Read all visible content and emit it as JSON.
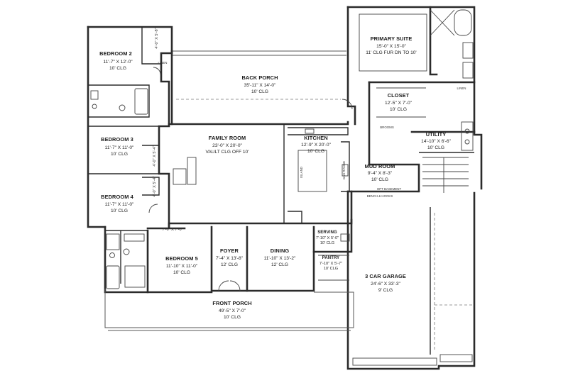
{
  "rooms": {
    "bedroom2": {
      "name": "BEDROOM 2",
      "size": "11'-7\" X 12'-0\"",
      "clg": "10' CLG"
    },
    "bedroom3": {
      "name": "BEDROOM 3",
      "size": "11'-7\" X 11'-0\"",
      "clg": "10' CLG"
    },
    "bedroom4": {
      "name": "BEDROOM 4",
      "size": "11'-7\" X 11'-0\"",
      "clg": "10' CLG"
    },
    "bedroom5": {
      "name": "BEDROOM 5",
      "size": "11'-10\" X 11'-0\"",
      "clg": "10' CLG"
    },
    "back_porch": {
      "name": "BACK PORCH",
      "size": "35'-11\" X 14'-0\"",
      "clg": "10' CLG"
    },
    "family_room": {
      "name": "FAMILY ROOM",
      "size": "23'-0\" X 20'-0\"",
      "clg": "VAULT CLG OFF 10'"
    },
    "kitchen": {
      "name": "KITCHEN",
      "size": "12'-9\" X 20'-0\"",
      "clg": "10' CLG"
    },
    "primary_suite": {
      "name": "PRIMARY SUITE",
      "size": "15'-0\" X 15'-0\"",
      "clg": "11' CLG FUR DN TO 10'"
    },
    "closet": {
      "name": "CLOSET",
      "size": "12'-5\" X 7'-0\"",
      "clg": "10' CLG"
    },
    "utility": {
      "name": "UTILITY",
      "size": "14'-10\" X 6'-6\"",
      "clg": "10' CLG"
    },
    "mud_room": {
      "name": "MUD ROOM",
      "size": "9'-4\" X 8'-3\"",
      "clg": "10' CLG"
    },
    "foyer": {
      "name": "FOYER",
      "size": "7'-4\" X 13'-8\"",
      "clg": "12' CLG"
    },
    "dining": {
      "name": "DINING",
      "size": "11'-10\" X 13'-2\"",
      "clg": "12' CLG"
    },
    "serving": {
      "name": "SERVING",
      "size": "7'-10\" X 5'-0\"",
      "clg": "10' CLG"
    },
    "pantry": {
      "name": "PANTRY",
      "size": "7'-10\" X 5'-7\"",
      "clg": "10' CLG"
    },
    "garage": {
      "name": "3 CAR GARAGE",
      "size": "24'-6\" X 33'-3\"",
      "clg": "9' CLG"
    },
    "front_porch": {
      "name": "FRONT PORCH",
      "size": "49'-5\" X 7'-0\"",
      "clg": "10' CLG"
    }
  },
  "notes": {
    "linen": "LINEN",
    "linen2": "LINEN",
    "brooms": "BROOMS",
    "opt_basement": "OPT BASEMENT",
    "bench_hooks": "BENCH & HOOKS",
    "island": "ISLAND",
    "gas_range": "GAS RANGE",
    "closet_dim_b2": "4'-0\" X 5'-8\"",
    "closet_dim_b3": "4'-0\" X 5'-4\"",
    "closet_dim_b4": "4'-0\" X 5'-4\"",
    "closet_dim_b5": "7'-6\" X 7'-0\""
  }
}
